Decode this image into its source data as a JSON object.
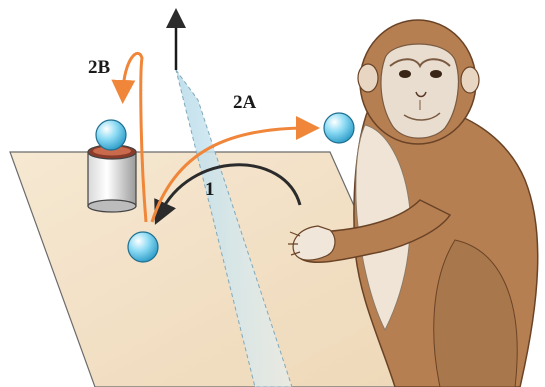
{
  "labels": {
    "step_1": "1",
    "step_2a": "2A",
    "step_2b": "2B"
  },
  "colors": {
    "table_surface": "#f2dfc4",
    "table_edge": "#6b6b6b",
    "divider_pane": "#cfe6f0",
    "sphere": "#5cc3e6",
    "arrow_dark": "#2b2b2b",
    "arrow_orange": "#f0863a",
    "monkey_fur": "#b57f52",
    "monkey_light_fur": "#efe4d6",
    "monkey_face": "#e9ddd0"
  },
  "icons": {
    "up_arrow": "up-arrow-icon",
    "monkey": "rhesus-monkey-illustration",
    "cup": "cylindrical-cup-icon"
  }
}
